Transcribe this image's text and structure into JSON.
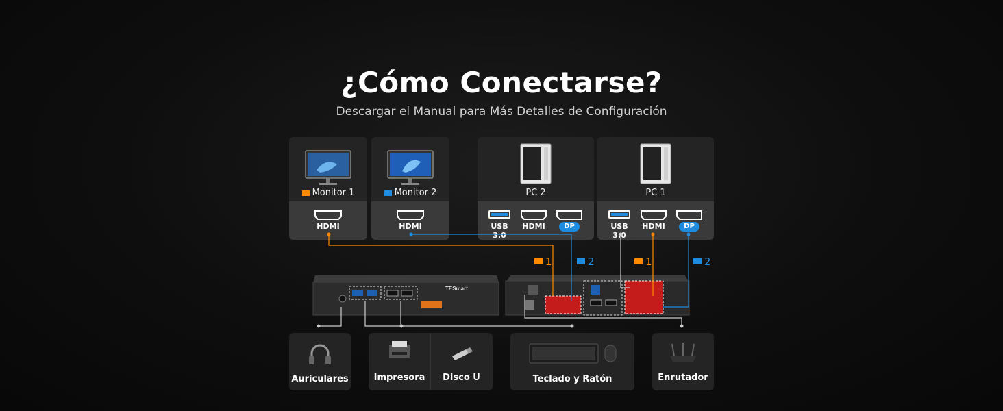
{
  "title": "¿Cómo Conectarse?",
  "subtitle": "Descargar el Manual para Más Detalles de Configuración",
  "colors": {
    "monitor1": "#ff8a00",
    "monitor2": "#1d8ce0",
    "kvm_port": "#c41b1b"
  },
  "top_cards": {
    "monitor1": {
      "label": "Monitor 1",
      "port": "HDMI"
    },
    "monitor2": {
      "label": "Monitor 2",
      "port": "HDMI"
    },
    "pc2": {
      "label": "PC 2",
      "ports": [
        "USB 3.0",
        "HDMI",
        "DP"
      ]
    },
    "pc1": {
      "label": "PC 1",
      "ports": [
        "USB 3.0",
        "HDMI",
        "DP"
      ]
    }
  },
  "channels": {
    "one": "1",
    "two": "2"
  },
  "device_brand": "TESmart",
  "peripherals": {
    "headphones": "Auriculares",
    "printer": "Impresora",
    "usb_drive": "Disco U",
    "keyboard_mouse": "Teclado y Ratón",
    "router": "Enrutador"
  }
}
